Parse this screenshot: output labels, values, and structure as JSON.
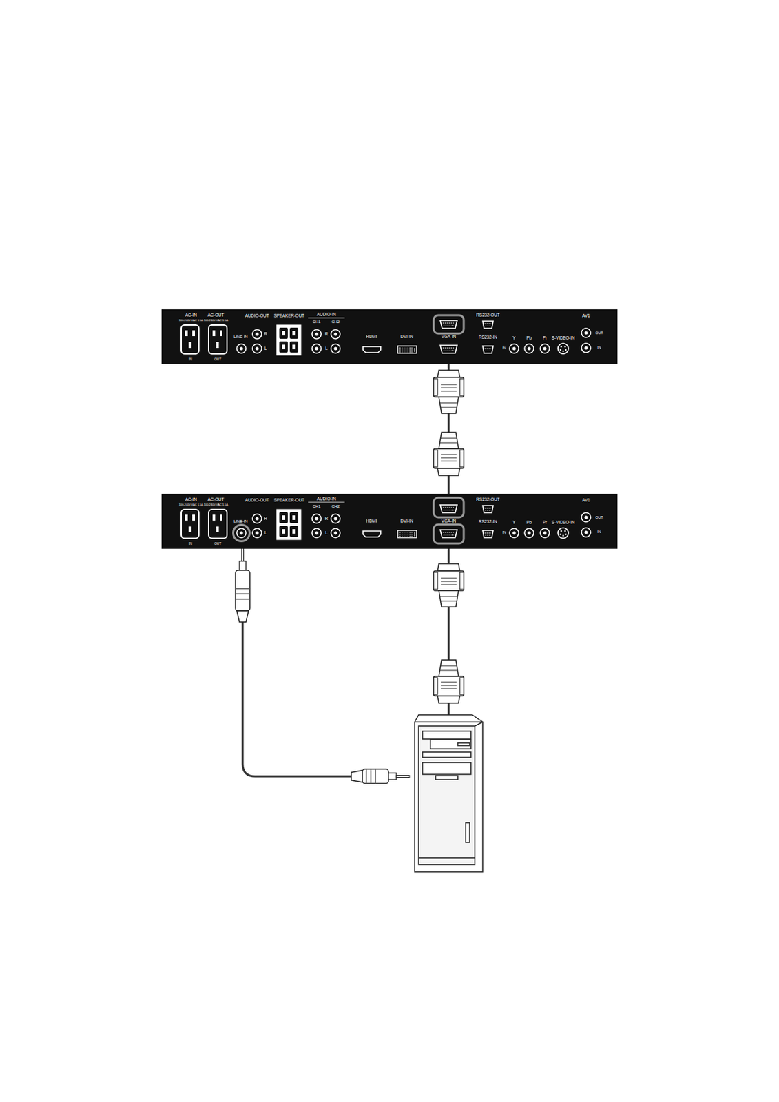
{
  "diagram": {
    "nodes": [
      {
        "text": [
          "AC-IN",
          "100-240V VAC 1.5A",
          "AC-OUT",
          "100-240V VAC 1.5A",
          "IN",
          "OUT",
          "AUDIO-OUT",
          "LINE-IN",
          "R",
          "L",
          "SPEAKER-OUT",
          "AUDIO-IN",
          "CH1",
          "CH2",
          "R",
          "L",
          "HDMI",
          "DVI-IN",
          "VGA-IN",
          "RS232-OUT",
          "RS232-IN",
          "Y",
          "Pb",
          "Pr",
          "IN",
          "S-VIDEO-IN",
          "AV1",
          "OUT",
          "IN"
        ]
      },
      {
        "text": [
          "AC-IN",
          "100-240V VAC 1.5A",
          "AC-OUT",
          "100-240V VAC 1.5A",
          "IN",
          "OUT",
          "AUDIO-OUT",
          "LINE-IN",
          "R",
          "L",
          "SPEAKER-OUT",
          "AUDIO-IN",
          "CH1",
          "CH2",
          "R",
          "L",
          "HDMI",
          "DVI-IN",
          "VGA-IN",
          "RS232-OUT",
          "RS232-IN",
          "Y",
          "Pb",
          "Pr",
          "IN",
          "S-VIDEO-IN",
          "AV1",
          "OUT",
          "IN"
        ]
      }
    ],
    "edges": [
      {
        "from": 1,
        "to": 0,
        "arrow": "none"
      }
    ]
  }
}
